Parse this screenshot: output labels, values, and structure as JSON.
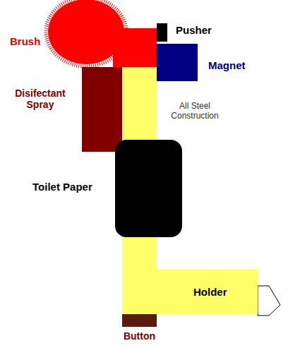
{
  "diagram": {
    "nodes": [
      {
        "text": [
          "Holder"
        ]
      }
    ],
    "labels": [
      "Brush",
      "Pusher",
      "Magnet",
      "Disifectant Spray",
      "All Steel Construction",
      "Toilet Paper",
      "Button"
    ]
  }
}
